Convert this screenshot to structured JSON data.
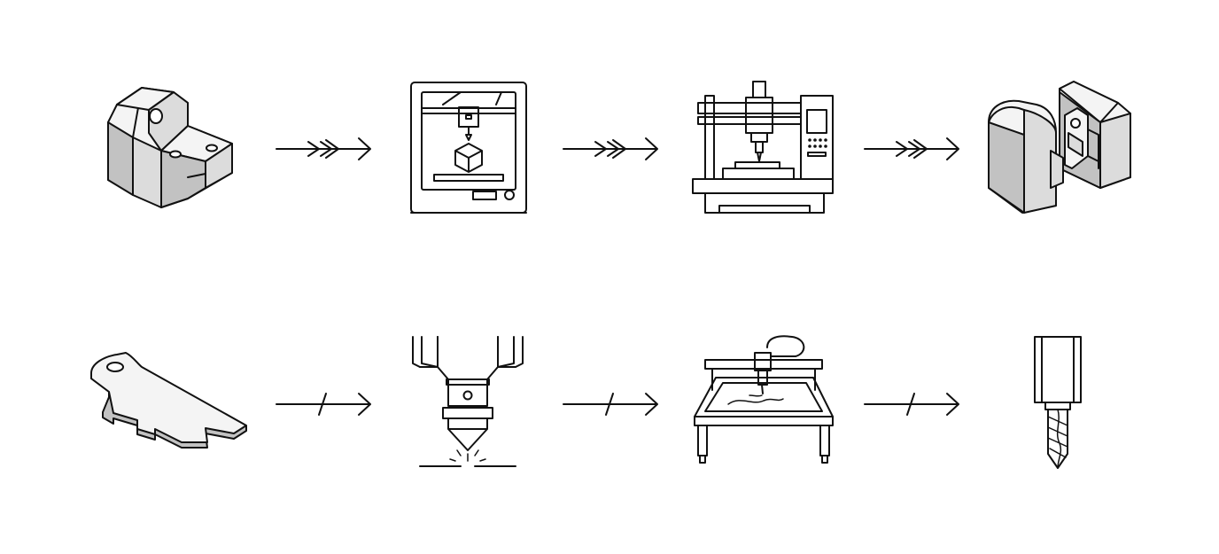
{
  "diagram": {
    "rows": [
      {
        "id": "additive-cnc-workflow",
        "items": [
          {
            "kind": "node",
            "icon": "machined-block-part-icon"
          },
          {
            "kind": "arrow",
            "style": "chevron-arrow"
          },
          {
            "kind": "node",
            "icon": "3d-printer-icon"
          },
          {
            "kind": "arrow",
            "style": "chevron-arrow"
          },
          {
            "kind": "node",
            "icon": "cnc-milling-machine-icon"
          },
          {
            "kind": "arrow",
            "style": "chevron-arrow"
          },
          {
            "kind": "node",
            "icon": "finished-cutaway-part-icon"
          }
        ]
      },
      {
        "id": "laser-router-workflow",
        "items": [
          {
            "kind": "node",
            "icon": "sheet-metal-bracket-icon"
          },
          {
            "kind": "arrow",
            "style": "slash-arrow"
          },
          {
            "kind": "node",
            "icon": "laser-cutting-head-icon"
          },
          {
            "kind": "arrow",
            "style": "slash-arrow"
          },
          {
            "kind": "node",
            "icon": "cnc-router-table-icon"
          },
          {
            "kind": "arrow",
            "style": "slash-arrow"
          },
          {
            "kind": "node",
            "icon": "end-mill-tool-icon"
          }
        ]
      }
    ]
  },
  "colors": {
    "line": "#111111",
    "background": "#ffffff",
    "shade_light": "#f4f4f4",
    "shade_mid": "#dcdcdc",
    "shade_dark": "#c2c2c2"
  }
}
